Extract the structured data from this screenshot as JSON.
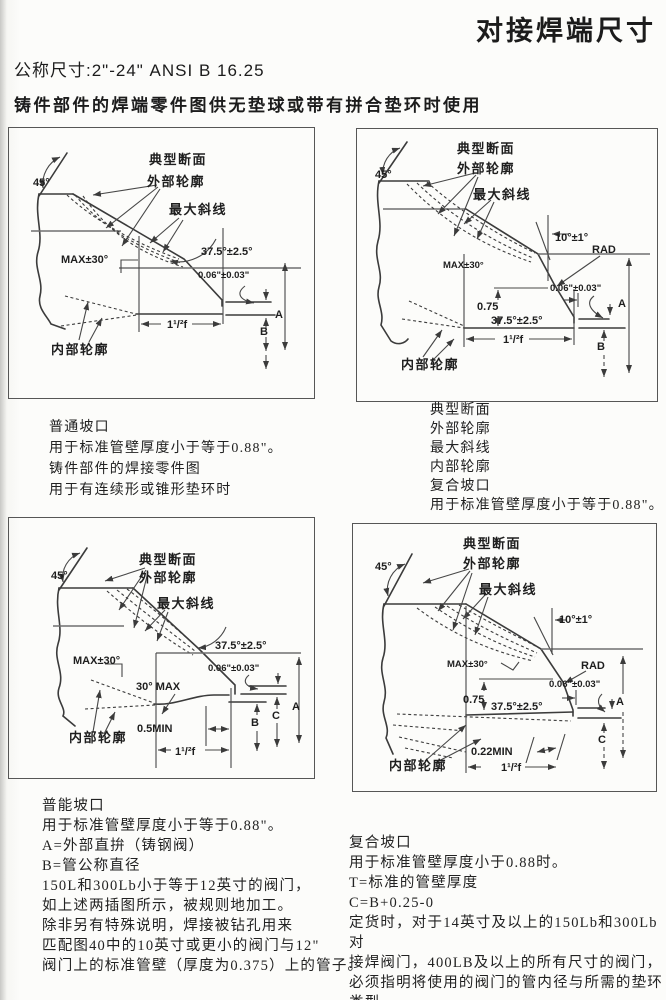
{
  "header": {
    "title": "对接焊端尺寸",
    "spec": "公称尺寸:2\"-24\" ANSI B 16.25",
    "usage": "铸件部件的焊端零件图供无垫球或带有拼合垫环时使用"
  },
  "labels": {
    "typical_section": "典型断面",
    "outer_contour": "外部轮廓",
    "max_slope": "最大斜线",
    "inner_contour": "内部轮廓",
    "angle_45": "45°",
    "bevel_angle": "37.5°±2.5°",
    "max_30": "MAX±30°",
    "land": "0.06\"±0.03\"",
    "dim_f": "1¹/²f",
    "dim_a": "A",
    "dim_b": "B",
    "dim_c": "C",
    "angle_10": "10°±1°",
    "radius": "RAD",
    "dim_075": "0.75",
    "max_30deg": "30° MAX",
    "min_05": "0.5MIN",
    "min_022": "0.22MIN"
  },
  "captions": {
    "c1": [
      "普通坡口",
      "用于标准管壁厚度小于等于0.88\"。",
      "铸件部件的焊接零件图",
      "用于有连续形或锥形垫环时"
    ],
    "c2": [
      "典型断面",
      "外部轮廓",
      "最大斜线",
      "内部轮廓",
      "复合坡口",
      "用于标准管壁厚度小于等于0.88\"。"
    ],
    "c3": [
      "普能坡口",
      "用于标准管壁厚度小于等于0.88\"。",
      "A=外部直拚（铸钢阀）",
      "B=管公称直径",
      "150L和300Lb小于等于12英寸的阀门，",
      "如上述两插图所示，被规则地加工。",
      "除非另有特殊说明，焊接被钻孔用来",
      "匹配图40中的10英寸或更小的阀门与12\"",
      "阀门上的标准管壁（厚度为0.375）上的管子。"
    ],
    "c4": [
      "复合坡口",
      "用于标准管壁厚度小于0.88时。",
      "T=标准的管壁厚度",
      "C=B+0.25-0",
      "定货时，对于14英寸及以上的150Lb和300Lb对",
      "接焊阀门，400LB及以上的所有尺寸的阀门，",
      "必须指明将使用的阀门的管内径与所需的垫环类型。"
    ]
  }
}
